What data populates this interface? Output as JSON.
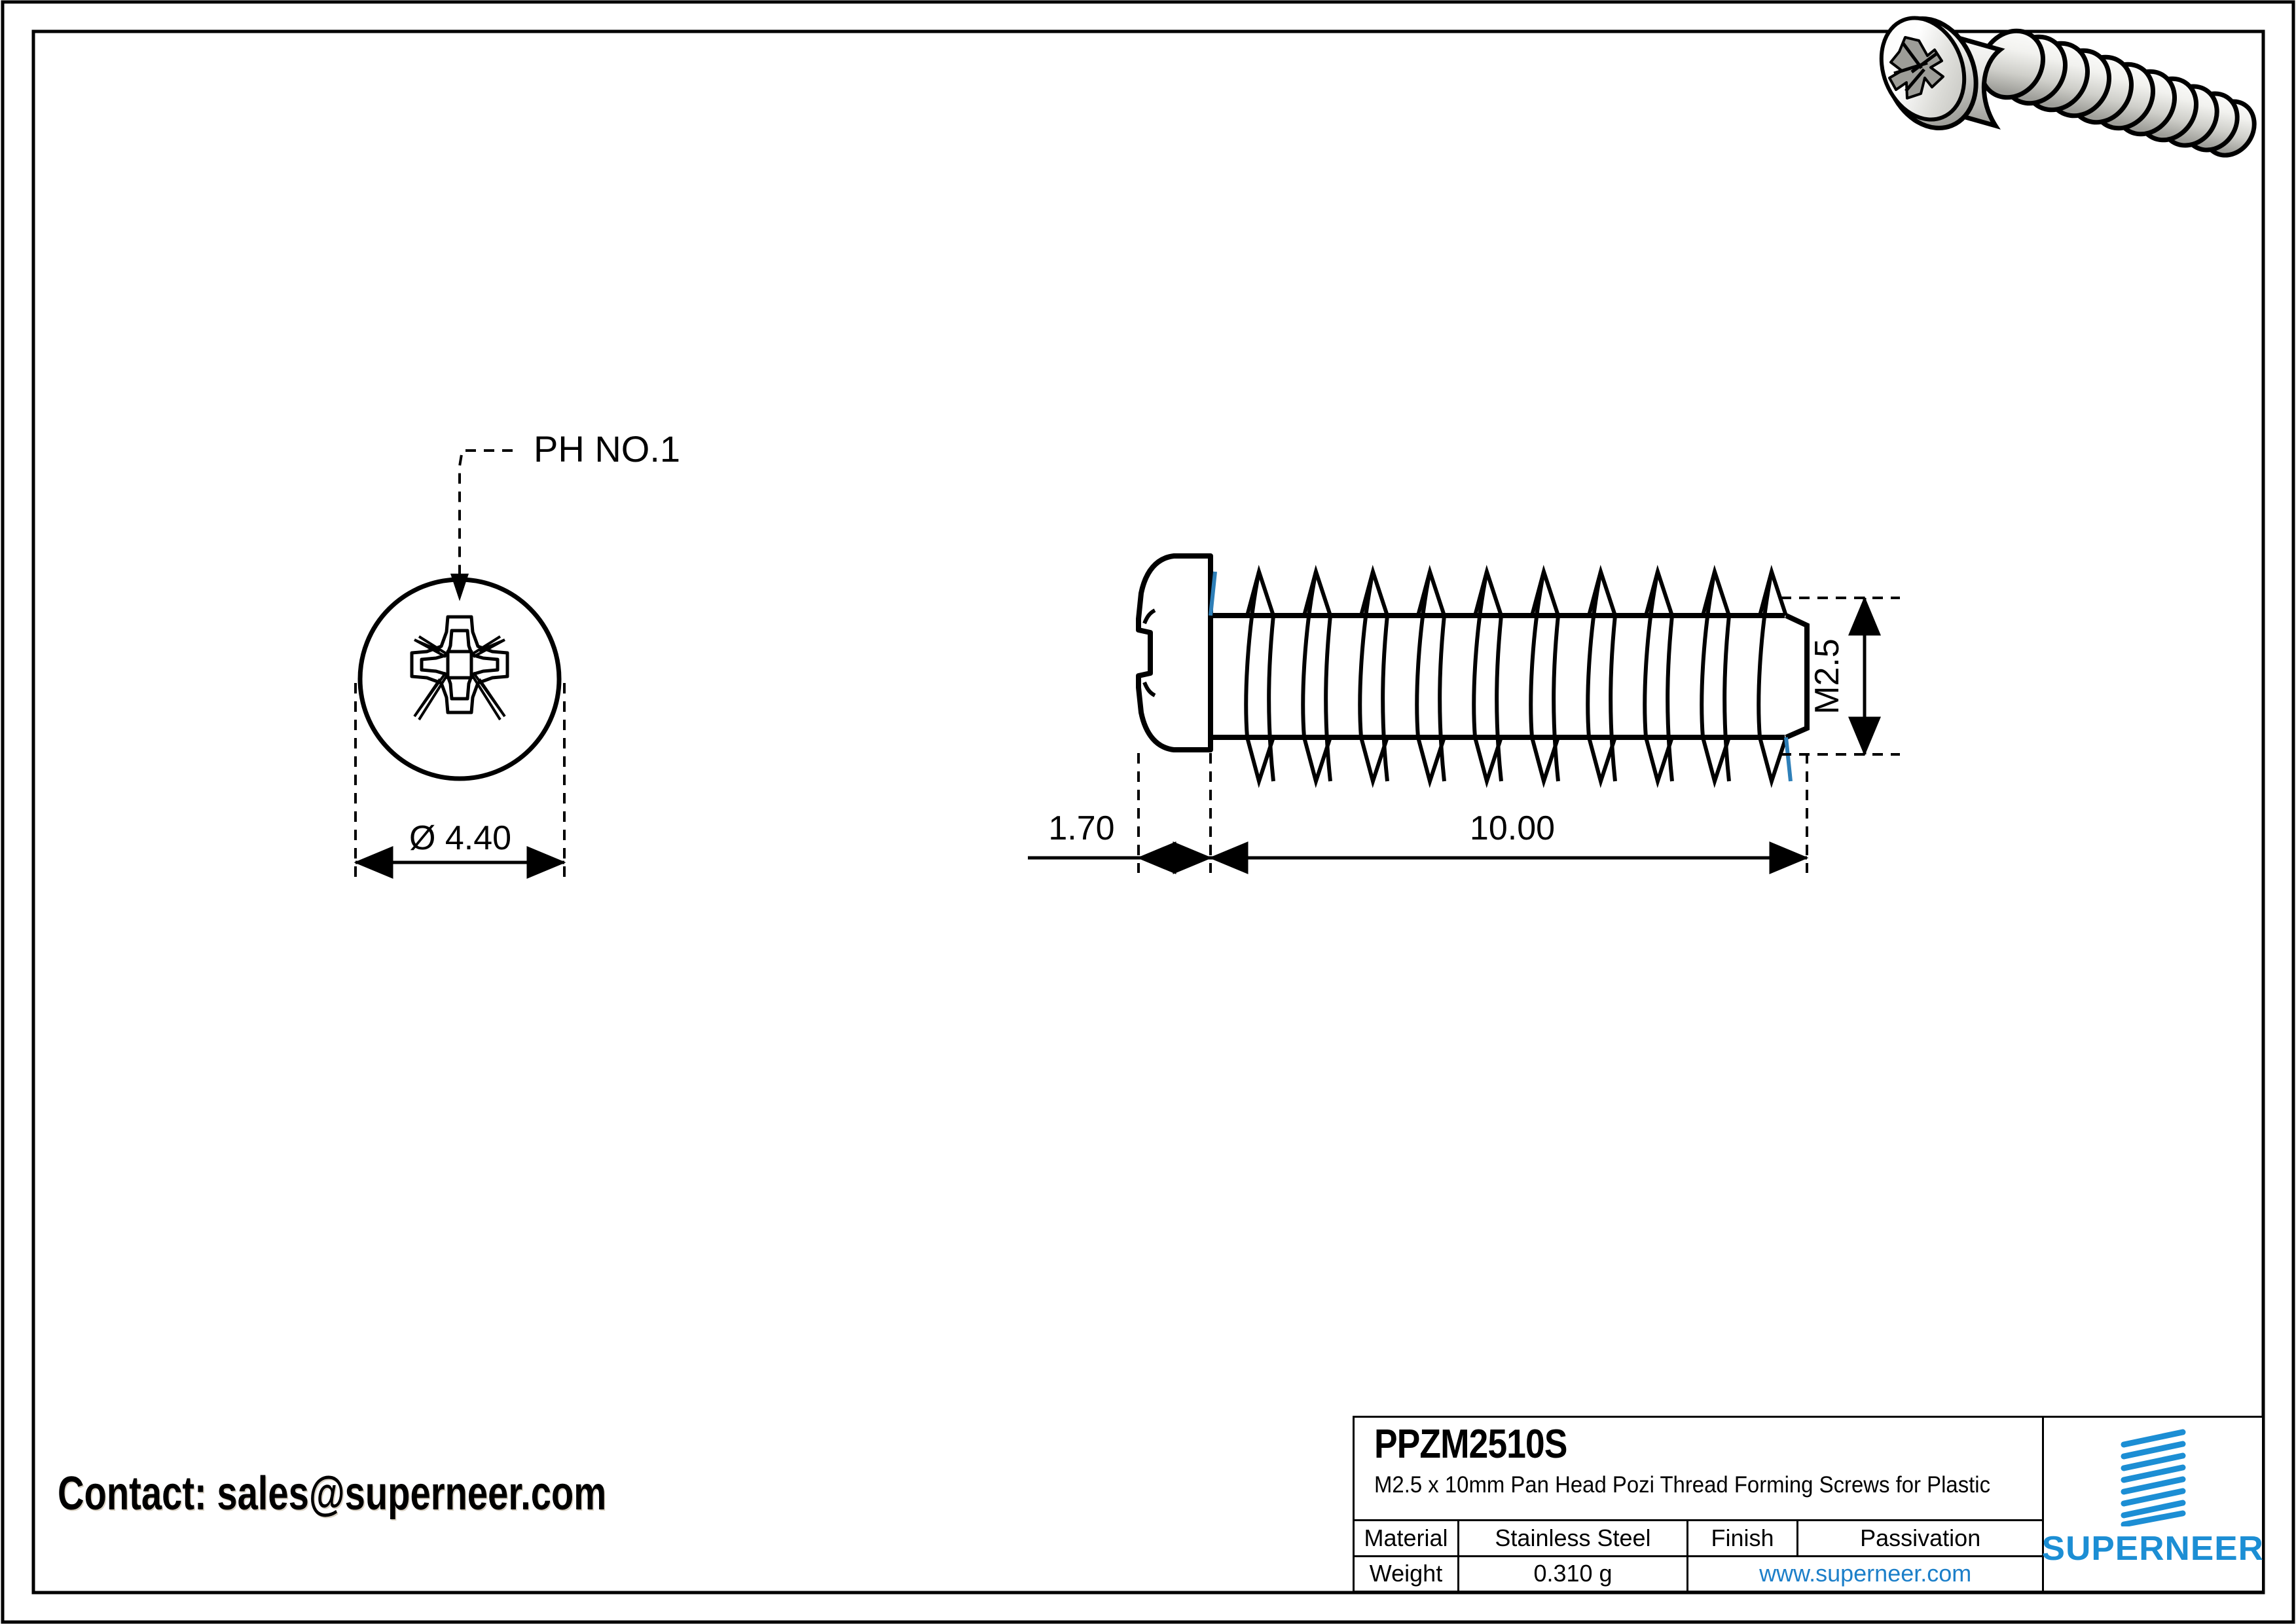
{
  "sheet": {
    "background": "#ffffff",
    "border_color": "#000000"
  },
  "drawing": {
    "front_view": {
      "callout_label": "PH NO.1",
      "diameter_dim": "Ø 4.40"
    },
    "side_view": {
      "head_height_dim": "1.70",
      "length_dim": "10.00",
      "thread_dim": "M2.5"
    }
  },
  "contact": {
    "text": "Contact: sales@superneer.com"
  },
  "title_block": {
    "part_code": "PPZM2510S",
    "description": "M2.5 x 10mm Pan Head Pozi Thread Forming Screws for Plastic",
    "material_label": "Material",
    "material_value": "Stainless Steel",
    "finish_label": "Finish",
    "finish_value": "Passivation",
    "weight_label": "Weight",
    "weight_value": "0.310 g",
    "website": "www.superneer.com",
    "brand": "SUPERNEER",
    "brand_color": "#1c8ed4",
    "link_color": "#1c7fc9"
  }
}
